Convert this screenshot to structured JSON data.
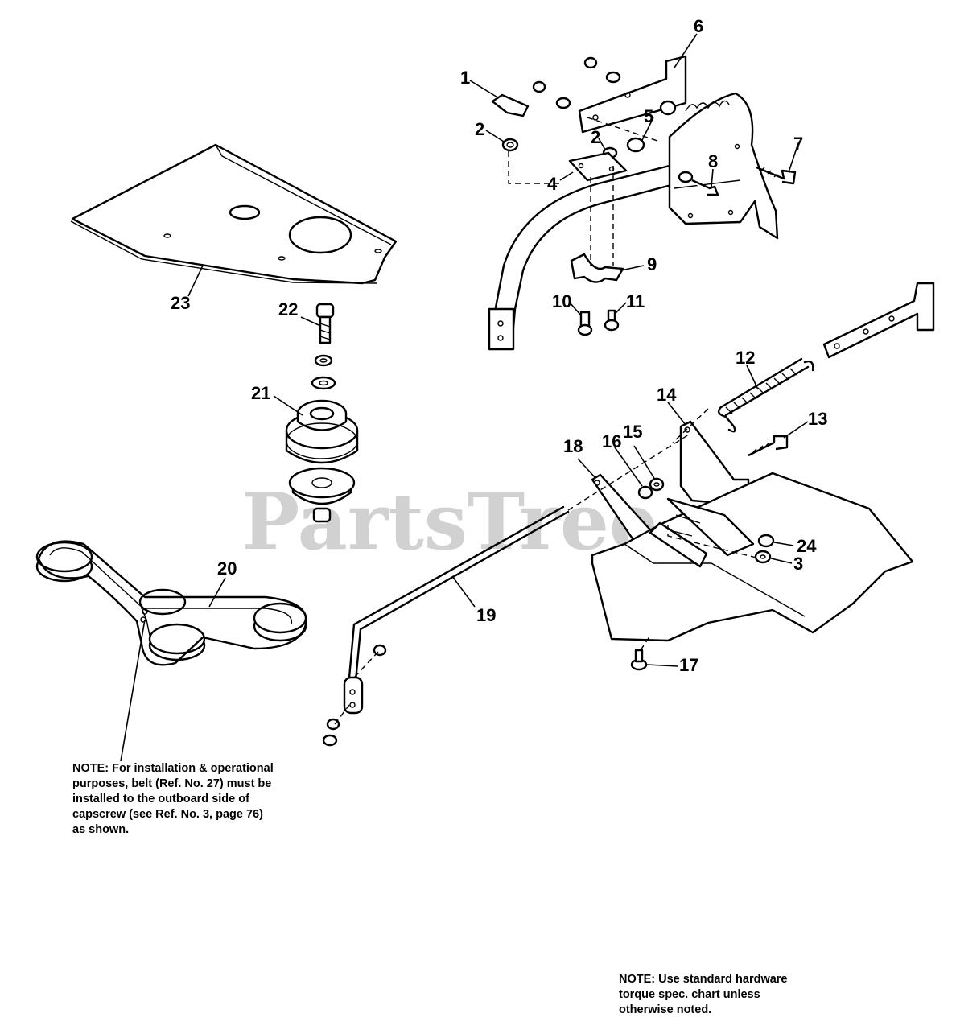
{
  "watermark": "PartsTree",
  "callouts": [
    {
      "id": "c1",
      "label": "1"
    },
    {
      "id": "c2a",
      "label": "2"
    },
    {
      "id": "c2b",
      "label": "2"
    },
    {
      "id": "c3",
      "label": "3"
    },
    {
      "id": "c4",
      "label": "4"
    },
    {
      "id": "c5",
      "label": "5"
    },
    {
      "id": "c6",
      "label": "6"
    },
    {
      "id": "c7",
      "label": "7"
    },
    {
      "id": "c8",
      "label": "8"
    },
    {
      "id": "c9",
      "label": "9"
    },
    {
      "id": "c10",
      "label": "10"
    },
    {
      "id": "c11",
      "label": "11"
    },
    {
      "id": "c12",
      "label": "12"
    },
    {
      "id": "c13",
      "label": "13"
    },
    {
      "id": "c14",
      "label": "14"
    },
    {
      "id": "c15",
      "label": "15"
    },
    {
      "id": "c16",
      "label": "16"
    },
    {
      "id": "c17",
      "label": "17"
    },
    {
      "id": "c18",
      "label": "18"
    },
    {
      "id": "c19",
      "label": "19"
    },
    {
      "id": "c20",
      "label": "20"
    },
    {
      "id": "c21",
      "label": "21"
    },
    {
      "id": "c22",
      "label": "22"
    },
    {
      "id": "c23",
      "label": "23"
    },
    {
      "id": "c24",
      "label": "24"
    }
  ],
  "notes": {
    "belt_install": "NOTE: For installation & operational\npurposes, belt (Ref. No. 27) must be\ninstalled to the outboard side of\ncapscrew (see Ref. No. 3, page 76)\nas shown.",
    "torque": "NOTE: Use standard hardware\ntorque spec. chart unless\notherwise noted."
  }
}
